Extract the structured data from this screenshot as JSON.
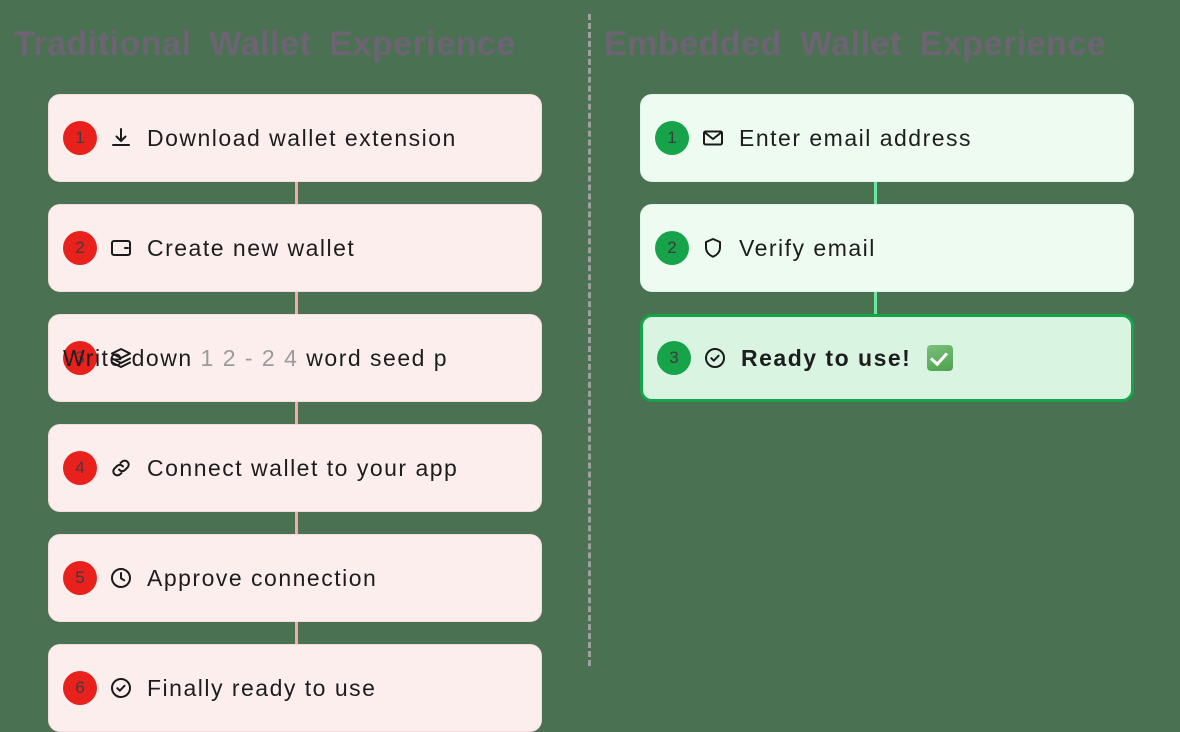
{
  "background_color": "#4a7151",
  "columns": [
    {
      "id": "traditional",
      "heading_part1": "Traditional",
      "heading_part2": "Wallet",
      "heading_part3": "Experience",
      "accent_color": "#e8211d",
      "card_bg": "#fdeeee",
      "connector_color": "#f7a9a9",
      "steps": [
        {
          "num": "1",
          "icon": "download-icon",
          "text": "Download   wallet   extension"
        },
        {
          "num": "2",
          "icon": "wallet-icon",
          "text": "Create   new   wallet"
        },
        {
          "num": "3",
          "icon": "layers-icon",
          "text_pre": "Write   down   ",
          "text_dim": "1 2 - 2 4",
          "text_post": "   word   seed   p"
        },
        {
          "num": "4",
          "icon": "link-icon",
          "text": "Connect   wallet   to   your   app"
        },
        {
          "num": "5",
          "icon": "clock-icon",
          "text": "Approve   connection"
        },
        {
          "num": "6",
          "icon": "check-circle-icon",
          "text": "Finally   ready   to   use"
        }
      ]
    },
    {
      "id": "embedded",
      "heading_part1": "Embedded",
      "heading_part2": "Wallet",
      "heading_part3": "Experience",
      "accent_color": "#16a34a",
      "card_bg": "#eefbf1",
      "connector_color": "#6ee7a0",
      "steps": [
        {
          "num": "1",
          "icon": "mail-icon",
          "text": "Enter   email   address"
        },
        {
          "num": "2",
          "icon": "shield-icon",
          "text": "Verify   email"
        },
        {
          "num": "3",
          "icon": "check-circle-icon",
          "text": "Ready   to   use!",
          "emoji": "white-check-mark",
          "highlighted": true
        }
      ]
    }
  ]
}
